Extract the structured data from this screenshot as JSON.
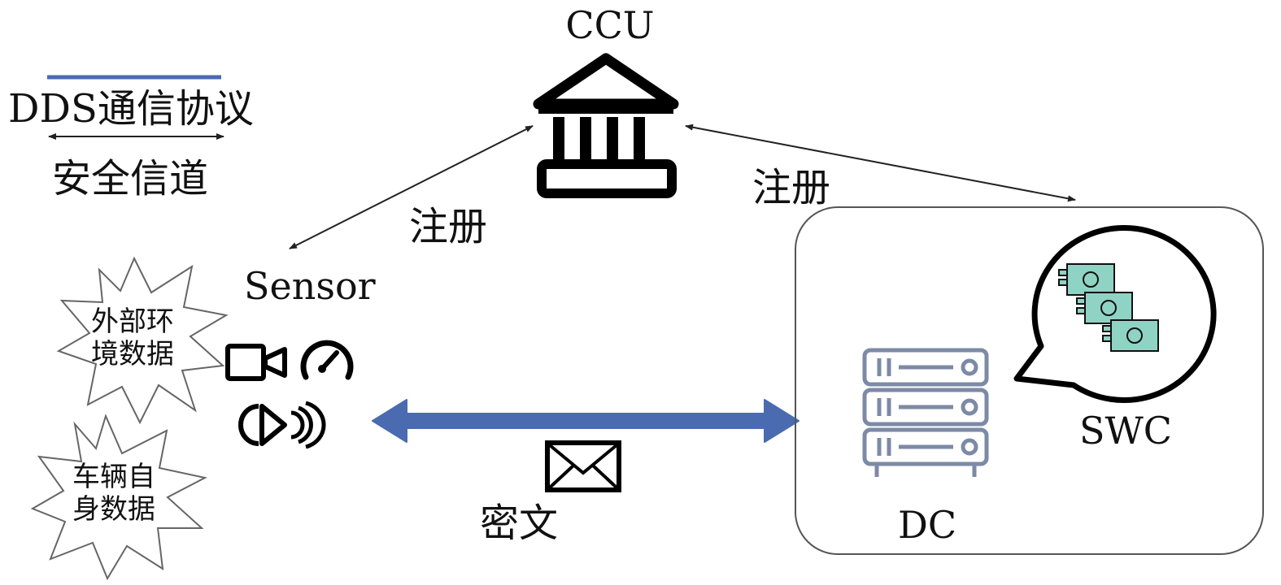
{
  "legend": {
    "protocol_label": "DDS通信协议",
    "channel_label": "安全信道"
  },
  "nodes": {
    "ccu": "CCU",
    "sensor": "Sensor",
    "swc": "SWC",
    "dc": "DC"
  },
  "edges": {
    "register_left": "注册",
    "register_right": "注册",
    "ciphertext": "密文"
  },
  "bursts": {
    "external_line1": "外部环",
    "external_line2": "境数据",
    "vehicle_line1": "车辆自",
    "vehicle_line2": "身数据"
  },
  "colors": {
    "protocol": "#4a6bb0",
    "line": "#222222",
    "money": "#8fd3c4",
    "server": "#7d8aa6"
  },
  "icons": [
    "bank-icon",
    "video-camera-icon",
    "speedometer-icon",
    "sonar-icon",
    "envelope-icon",
    "server-rack-icon",
    "money-bills-icon",
    "speech-bubble-icon",
    "starburst-icon"
  ]
}
